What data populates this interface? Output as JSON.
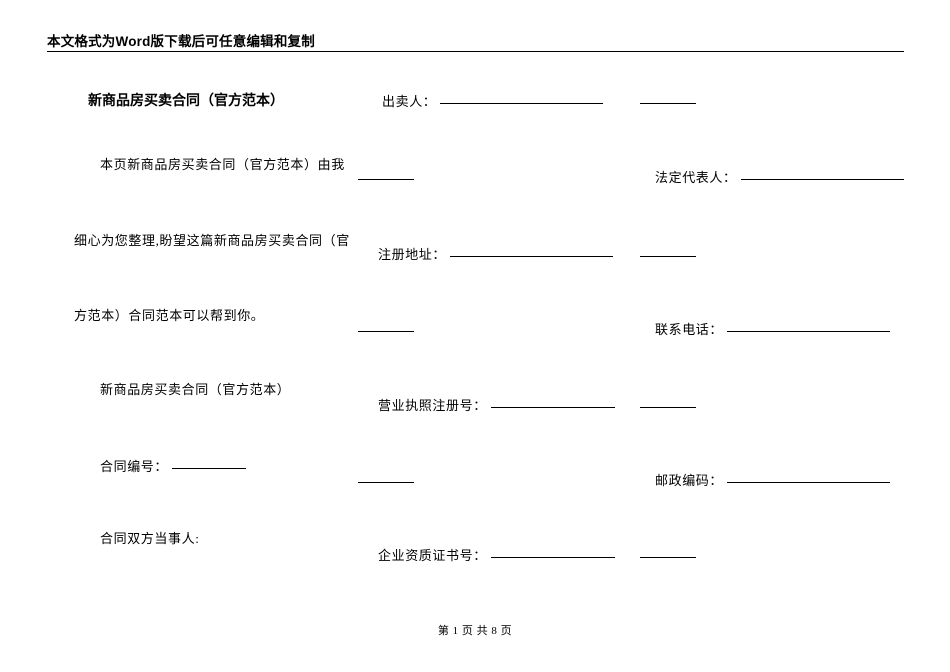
{
  "header": {
    "notice": "本文格式为Word版下载后可任意编辑和复制"
  },
  "document": {
    "title": "新商品房买卖合同（官方范本）",
    "paragraphs": [
      "本页新商品房买卖合同（官方范本）由我",
      "细心为您整理,盼望这篇新商品房买卖合同（官",
      "方范本）合同范本可以帮到你。",
      "新商品房买卖合同（官方范本）"
    ],
    "left_fields": [
      {
        "label": "合同编号："
      },
      {
        "label": "合同双方当事人:"
      }
    ],
    "right_fields": [
      {
        "label": "出卖人："
      },
      {
        "label": "法定代表人："
      },
      {
        "label": "注册地址："
      },
      {
        "label": "联系电话："
      },
      {
        "label": "营业执照注册号："
      },
      {
        "label": "邮政编码："
      },
      {
        "label": "企业资质证书号："
      }
    ]
  },
  "footer": {
    "page_indicator": "第 1 页 共 8 页"
  }
}
